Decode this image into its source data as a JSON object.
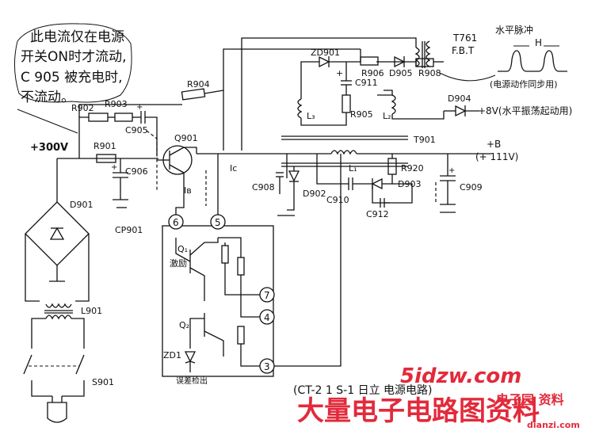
{
  "annotation": {
    "lines": [
      "此电流仅在电源",
      "开关ON时才流动,",
      "C 905 被充电时,",
      "不流动。"
    ]
  },
  "hpulse": {
    "title": "水平脉冲",
    "h_label": "H",
    "note": "(电源动作同步用)"
  },
  "labels": {
    "t761": "T761",
    "fbt": "F.B.T",
    "zd901": "ZD901",
    "r906": "R906",
    "d905": "D905",
    "r908": "R908",
    "c911": "C911",
    "r904": "R904",
    "r902": "R902",
    "r903": "R903",
    "c905": "C905",
    "r905": "R905",
    "l3": "L₃",
    "l2": "L₂",
    "d904": "D904",
    "plus8v": "+8V(水平振荡起动用)",
    "plus300v": "+300V",
    "r901": "R901",
    "q901": "Q901",
    "t901": "T901",
    "plusb": "+B",
    "plusb_v": "(+ 111V)",
    "ic": "Ic",
    "ib": "Iв",
    "c906": "C906",
    "c908": "C908",
    "d902": "D902",
    "c910": "C910",
    "l1": "L₁",
    "r920": "R920",
    "d903": "D903",
    "c909": "C909",
    "c912": "C912",
    "d901": "D901",
    "cp901": "CP901",
    "q1": "Q₁",
    "q1_desc": "激励",
    "q2": "Q₂",
    "zd1": "ZD1",
    "zd1_desc": "误差检出",
    "l901": "L901",
    "s901": "S901",
    "pin6": "6",
    "pin5": "5",
    "pin7": "7",
    "pin4": "4",
    "pin3": "3",
    "plus_c905": "+",
    "plus_c906": "+",
    "plus_c909": "+",
    "plus_c911": "+",
    "caption": "(CT-2 1 S-1 日立 电源电路)"
  },
  "watermark": {
    "site": "5idzw.com",
    "cn": "大量电子电路图资料",
    "small_cn": "电子园 资料",
    "url": "dianzi.com"
  },
  "colors": {
    "line": "#111111",
    "watermark": "#e0192b",
    "background": "#ffffff"
  }
}
